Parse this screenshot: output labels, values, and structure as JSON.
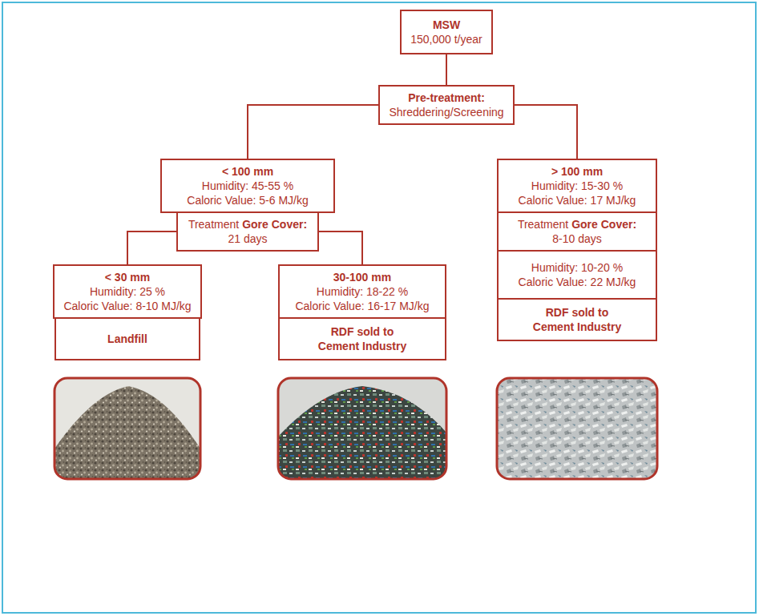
{
  "diagram": {
    "nodes": [
      {
        "text": [
          "MSW",
          "150,000 t/year"
        ]
      },
      {
        "text": [
          "Pre-treatment:",
          "Shreddering/Screening"
        ]
      },
      {
        "text": [
          "< 100 mm",
          "Humidity: 45-55 %",
          "Caloric Value: 5-6 MJ/kg"
        ]
      },
      {
        "text": [
          "> 100 mm",
          "Humidity: 15-30 %",
          "Caloric Value: 17 MJ/kg"
        ]
      },
      {
        "text": [
          "Treatment",
          "Gore Cover:",
          "21 days"
        ]
      },
      {
        "text": [
          "Treatment",
          "Gore Cover:",
          "8-10 days"
        ]
      },
      {
        "text": [
          "< 30 mm",
          "Humidity: 25 %",
          "Caloric Value: 8-10 MJ/kg"
        ]
      },
      {
        "text": [
          "30-100 mm",
          "Humidity: 18-22 %",
          "Caloric Value: 16-17 MJ/kg"
        ]
      },
      {
        "text": [
          "Humidity: 10-20 %",
          "Caloric Value: 22 MJ/kg"
        ]
      },
      {
        "text": [
          "Landfill"
        ]
      },
      {
        "text": [
          "RDF sold to Cement Industry"
        ]
      },
      {
        "text": [
          "RDF sold to Cement Industry"
        ]
      }
    ],
    "edges": [
      {
        "from": 0,
        "to": 1,
        "arrow": "none"
      },
      {
        "from": 1,
        "to": 2,
        "arrow": "none"
      },
      {
        "from": 1,
        "to": 3,
        "arrow": "none"
      },
      {
        "from": 4,
        "to": 6,
        "arrow": "none"
      },
      {
        "from": 4,
        "to": 7,
        "arrow": "none"
      }
    ]
  }
}
